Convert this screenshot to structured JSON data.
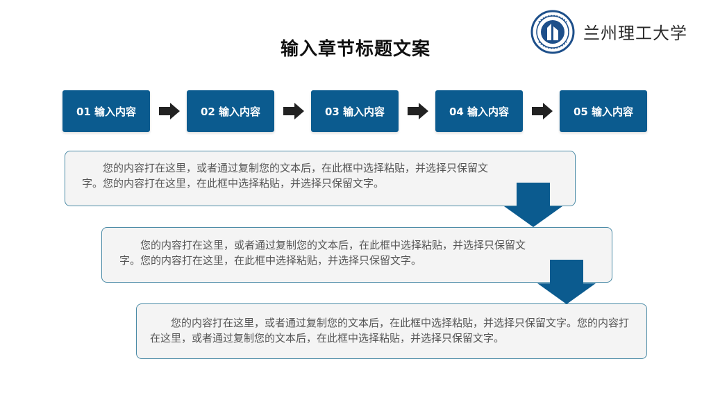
{
  "header": {
    "title": "输入章节标题文案",
    "university_name": "兰州理工大学"
  },
  "steps": [
    {
      "label": "01 输入内容"
    },
    {
      "label": "02 输入内容"
    },
    {
      "label": "03 输入内容"
    },
    {
      "label": "04 输入内容"
    },
    {
      "label": "05 输入内容"
    }
  ],
  "cards": [
    {
      "text": "您的内容打在这里，或者通过复制您的文本后，在此框中选择粘贴，并选择只保留文字。您的内容打在这里，在此框中选择粘贴，并选择只保留文字。"
    },
    {
      "text": "您的内容打在这里，或者通过复制您的文本后，在此框中选择粘贴，并选择只保留文字。您的内容打在这里，在此框中选择粘贴，并选择只保留文字。"
    },
    {
      "text": "您的内容打在这里，或者通过复制您的文本后，在此框中选择粘贴，并选择只保留文字。您的内容打在这里，或者通过复制您的文本后，在此框中选择粘贴，并选择只保留文字。"
    }
  ],
  "colors": {
    "step_fill": "#0b5b8f",
    "card_border": "#4a8aa6",
    "card_fill": "#f4f4f4",
    "down_arrow": "#0b5b8f",
    "right_arrow": "#222222"
  },
  "icons": {
    "logo": "university-seal-logo",
    "step_connector": "right-arrow-icon",
    "card_connector": "down-arrow-icon"
  }
}
